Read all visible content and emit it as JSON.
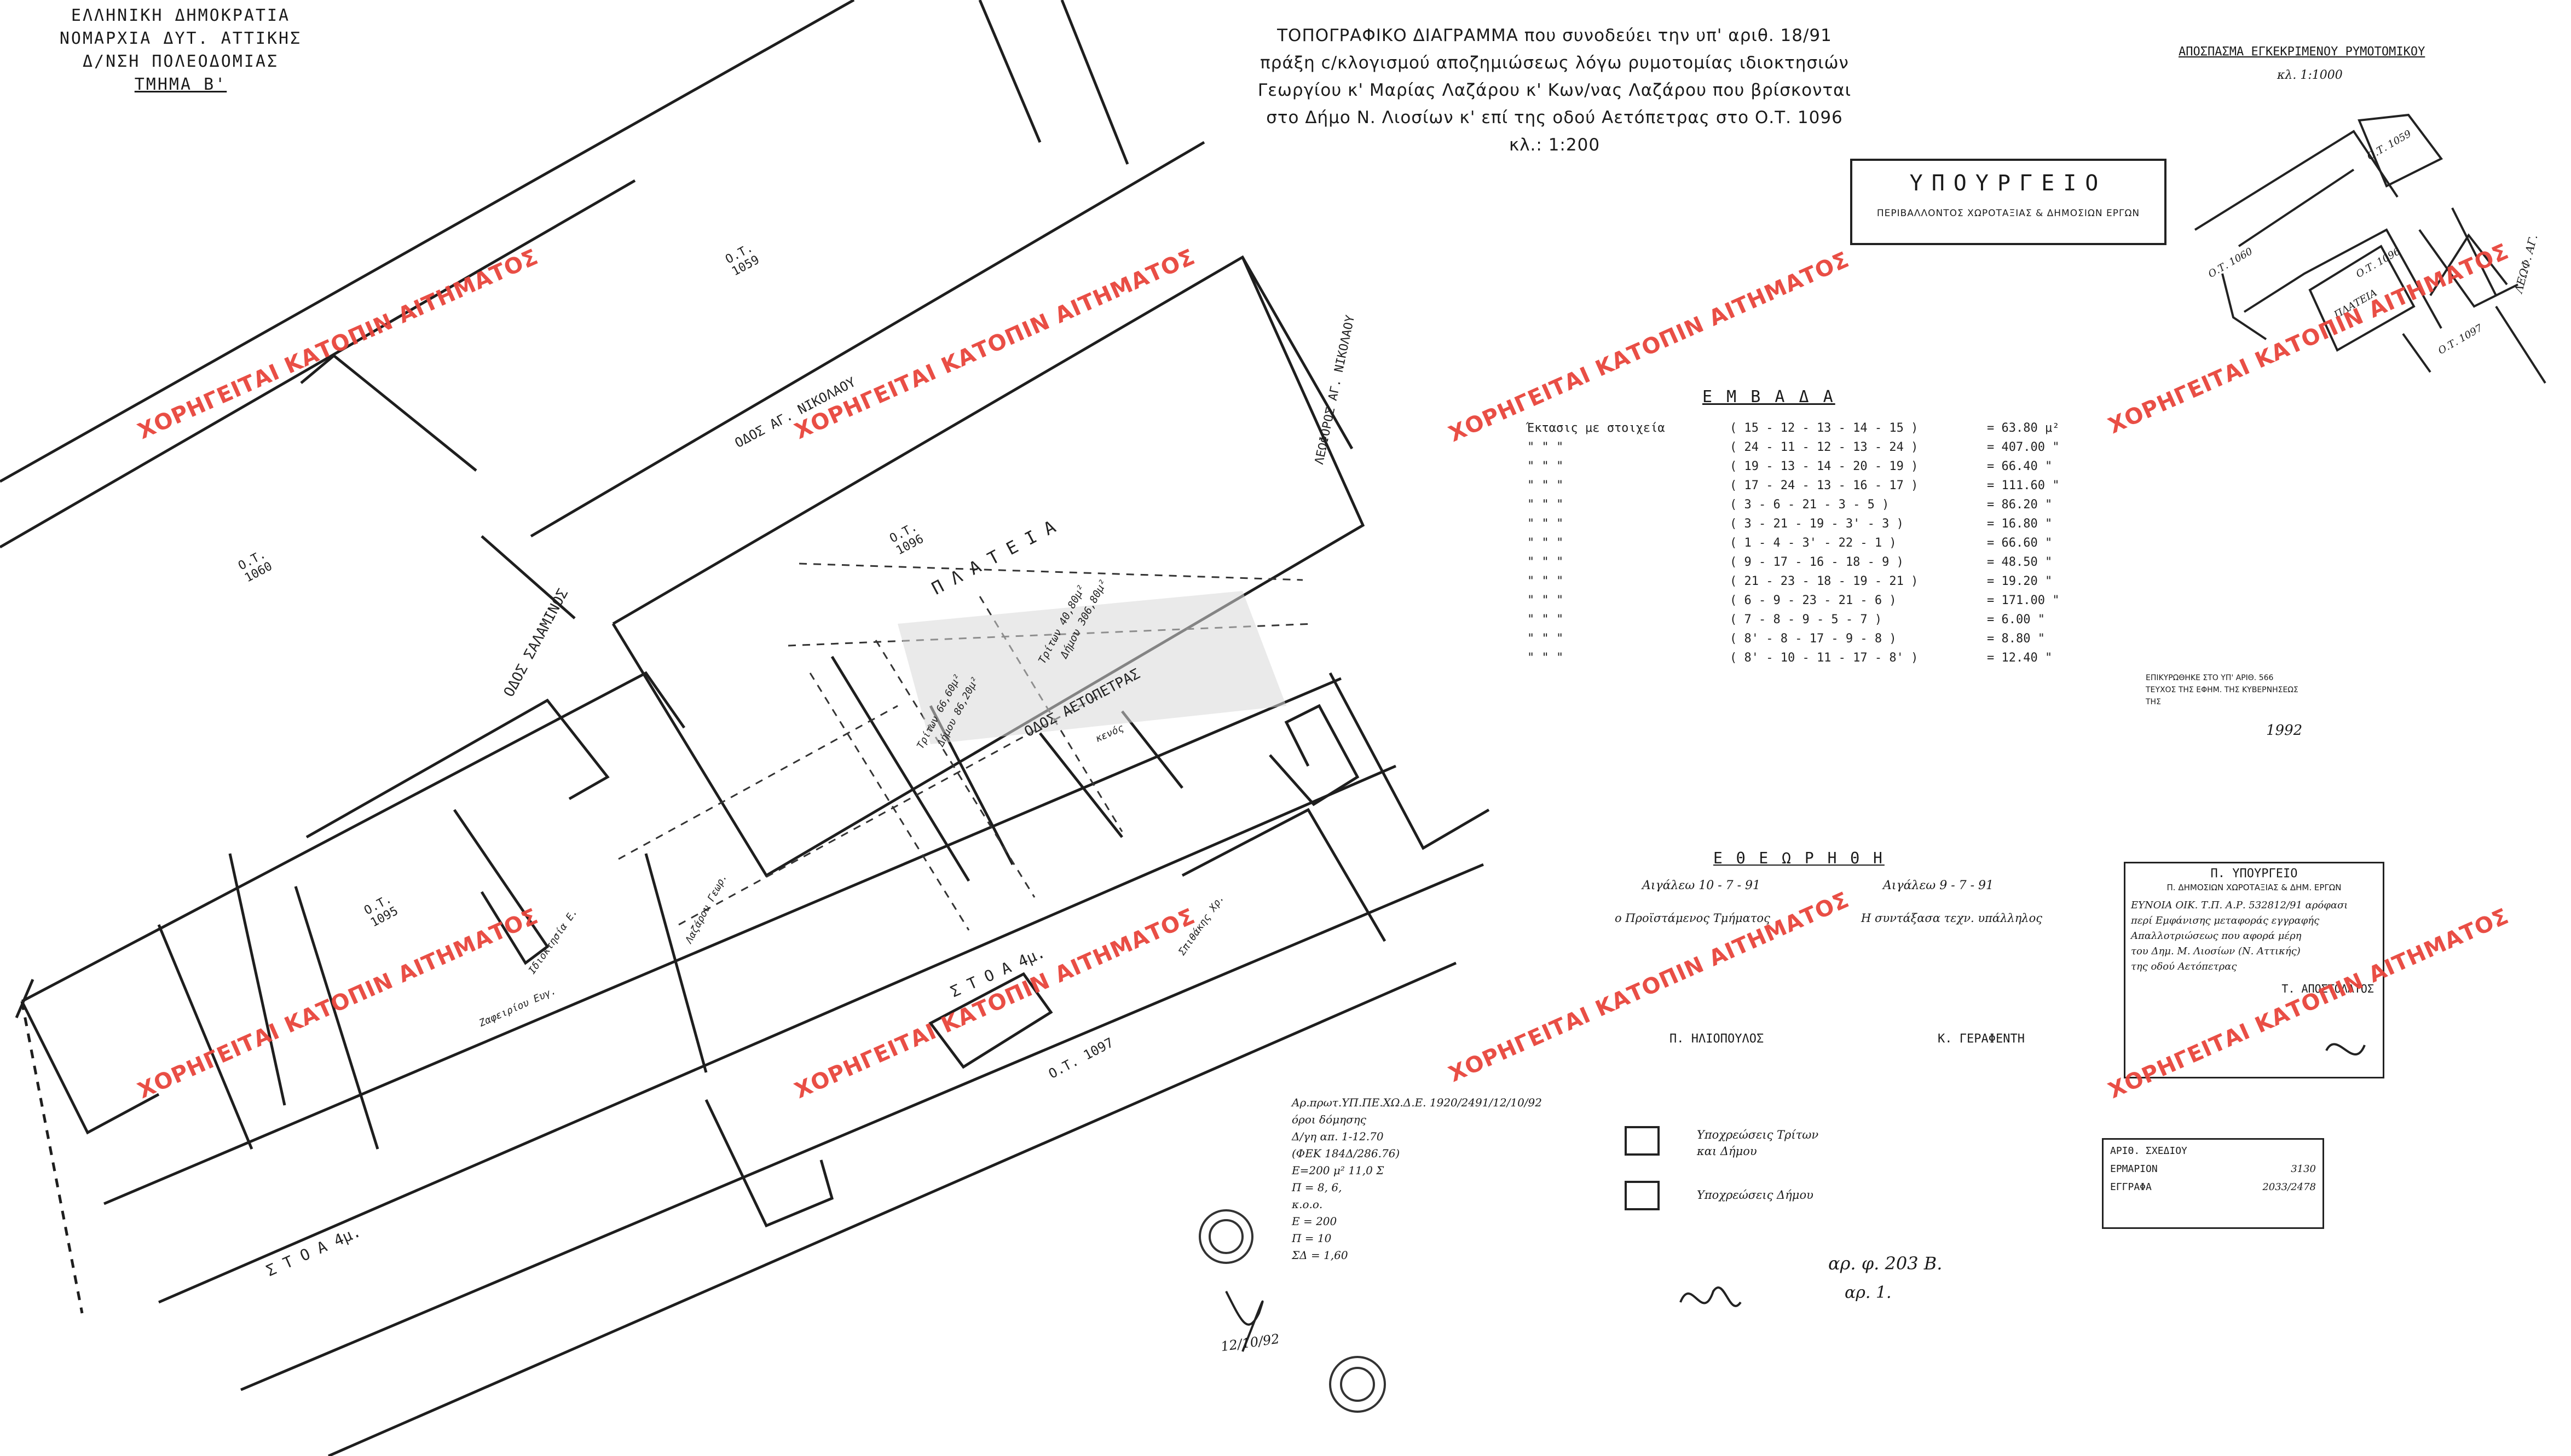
{
  "header": {
    "line1": "ΕΛΛΗΝΙΚΗ  ΔΗΜΟΚΡΑΤΙΑ",
    "line2": "ΝΟΜΑΡΧΙΑ  ΔΥΤ. ΑΤΤΙΚΗΣ",
    "line3": "Δ/ΝΣΗ  ΠΟΛΕΟΔΟΜΙΑΣ",
    "line4": "ΤΜΗΜΑ  Β'"
  },
  "title": {
    "line1": "ΤΟΠΟΓΡΑΦΙΚΟ  ΔΙΑΓΡΑΜΜΑ που συνοδεύει την υπ' αριθ. 18/91",
    "line2": "πράξη c/κλογισμού αποζημιώσεως λόγω ρυμοτομίας ιδιοκτησιών",
    "line3": "Γεωργίου κ' Μαρίας Λαζάρου κ' Κων/νας Λαζάρου που βρίσκονται",
    "line4": "στο Δήμο Ν. Λιοσίων κ' επί της οδού Αετόπετρας στο Ο.Τ. 1096",
    "scale": "κλ.: 1:200"
  },
  "ministry_stamp": {
    "title": "ΥΠΟΥΡΓΕΙΟ",
    "subtitle": "ΠΕΡΙΒΑΛΛΟΝΤΟΣ  ΧΩΡΟΤΑΞΙΑΣ  &  ΔΗΜΟΣΙΩΝ  ΕΡΓΩΝ"
  },
  "inset": {
    "title": "ΑΠΟΣΠΑΣΜΑ  ΕΓΚΕΚΡΙΜΕΝΟΥ  ΡΥΜΟΤΟΜΙΚΟΥ",
    "scale": "κλ. 1:1000",
    "labels": [
      "Ο.Τ. 1059",
      "Ο.Τ. 1060",
      "Ο.Τ. 1096",
      "Ο.Τ. 1097",
      "ΠΛΑΤΕΙΑ",
      "ΛΕΩΦ. ΑΓ."
    ]
  },
  "areas": {
    "title": "Ε Μ Β Α Δ Α",
    "rows": [
      {
        "desc": "Έκτασις  με  στοιχεία",
        "poly": "( 15 - 12 - 13 - 14 - 15 )",
        "value": "= 63.80  μ²"
      },
      {
        "desc": "\"  \"  \"",
        "poly": "( 24 - 11 - 12 - 13 - 24 )",
        "value": "= 407.00  \""
      },
      {
        "desc": "\"  \"  \"",
        "poly": "( 19 - 13 - 14 - 20 - 19 )",
        "value": "= 66.40  \""
      },
      {
        "desc": "\"  \"  \"",
        "poly": "( 17 - 24 - 13 - 16 - 17 )",
        "value": "= 111.60  \""
      },
      {
        "desc": "\"  \"  \"",
        "poly": "( 3 - 6 - 21 - 3 - 5 )",
        "value": "= 86.20  \""
      },
      {
        "desc": "\"  \"  \"",
        "poly": "( 3 - 21 - 19 - 3' - 3 )",
        "value": "= 16.80  \""
      },
      {
        "desc": "\"  \"  \"",
        "poly": "( 1 - 4 - 3' - 22 - 1 )",
        "value": "= 66.60  \""
      },
      {
        "desc": "\"  \"  \"",
        "poly": "( 9 - 17 - 16 - 18 - 9 )",
        "value": "= 48.50  \""
      },
      {
        "desc": "\"  \"  \"",
        "poly": "( 21 - 23 - 18 - 19 - 21 )",
        "value": "= 19.20  \""
      },
      {
        "desc": "\"  \"  \"",
        "poly": "( 6 - 9 - 23 - 21 - 6 )",
        "value": "= 171.00  \""
      },
      {
        "desc": "\"  \"  \"",
        "poly": "( 7 - 8 - 9 - 5 - 7 )",
        "value": "= 6.00  \""
      },
      {
        "desc": "\"  \"  \"",
        "poly": "( 8' - 8 - 17 - 9 - 8 )",
        "value": "= 8.80  \""
      },
      {
        "desc": "\"  \"  \"",
        "poly": "( 8' - 10 - 11 - 17 - 8' )",
        "value": "= 12.40  \""
      }
    ]
  },
  "approval": {
    "title": "Ε Θ Ε Ω Ρ Η Θ Η",
    "left_date": "Αιγάλεω  10 - 7 - 91",
    "left_role": "ο Προϊστάμενος Τμήματος",
    "left_name": "Π. ΗΛΙΟΠΟΥΛΟΣ",
    "right_date": "Αιγάλεω  9 - 7 - 91",
    "right_role": "Η συντάξασα τεχν. υπάλληλος",
    "right_name": "Κ. ΓΕΡΑΦΕΝΤΗ"
  },
  "legend": {
    "item1_a": "Υποχρεώσεις Τρίτων",
    "item1_b": "και Δήμου",
    "item2": "Υποχρεώσεις Δήμου"
  },
  "right_stamp": {
    "title": "Π. ΥΠΟΥΡΓΕΙΟ",
    "sub": "Π. ΔΗΜΟΣΙΩΝ ΧΩΡΟΤΑΞΙΑΣ & ΔΗΜ. ΕΡΓΩΝ",
    "text1": "ΕΥΝΟΙΑ ΟΙΚ. Τ.Π. Α.Ρ. 532812/91 αρόφασι",
    "text2": "περί Εμφάνισης μεταφοράς εγγραφής",
    "text3": "Απαλλοτριώσεως που αφορά μέρη",
    "text4": "του Δημ. Μ. Λιοσίων (Ν. Αττικής)",
    "text5": "της οδού Αετόπετρας",
    "sign": "Τ. ΑΠΟΣΤΟΛΑΤΟΣ"
  },
  "dated_stamp": {
    "line1": "ΕΠΙΚΥΡΩΘΗΚΕ ΣΤΟ ΥΠ' ΑΡΙΘ. 566",
    "line2": "ΤΕΥΧΟΣ ΤΗΣ ΕΦΗΜ. ΤΗΣ ΚΥΒΕΡΝΗΣΕΩΣ",
    "line3": "ΤΗΣ",
    "date": "1992"
  },
  "archive_stamp": {
    "r1": "ΑΡΙΘ. ΣΧΕΔΙΟΥ",
    "r2": "ΕΡΜΑΡΙΟΝ",
    "r3": "ΕΓΓΡΑΦΑ",
    "v2": "3130",
    "v3": "2033/2478"
  },
  "notes": {
    "ref": "αρ. φ. 203 Β.",
    "ref2": "αρ. 1.",
    "sign_date": "12/10/92",
    "calc_lines": [
      "Αρ.πρωτ.ΥΠ.ΠΕ.ΧΩ.Δ.Ε. 1920/2491/12/10/92",
      "όροι δόμησης",
      "Δ/γη απ. 1-12.70",
      "(ΦΕΚ 184Δ/286.76)",
      "Ε=200 μ²  11,0  Σ",
      "Π = 8,  6,",
      "κ.ο.ο.",
      "Ε = 200",
      "Π = 10",
      "ΣΔ = 1,60"
    ]
  },
  "watermark": "ΧΟΡΗΓΕΙΤΑΙ ΚΑΤΟΠΙΝ ΑΙΤΗΜΑΤΟΣ",
  "map_labels": {
    "ot1059": "Ο.Τ.\n1059",
    "ot1060": "Ο.Τ.\n1060",
    "ot1096": "Ο.Τ.\n1096",
    "ot1095": "Ο.Τ.\n1095",
    "ot1097": "Ο.Τ. 1097",
    "plateia": "Π Λ Α Τ Ε Ι Α",
    "odos_aetopetras": "ΟΔΟΣ ΑΕΤΟΠΕΤΡΑΣ",
    "odos_vert": "ΟΔΟΣ ΣΑΛΑΜΙΝΟΣ",
    "odos_top": "ΟΔΟΣ ΑΓ. ΝΙΚΟΛΑΟΥ",
    "leoforos": "ΛΕΩΦΟΡΟΣ ΑΓ. ΝΙΚΟΛΑΟΥ",
    "stoa1": "Σ Τ Ο Α   4μ.",
    "stoa2": "Σ Τ Ο Α   4μ.",
    "third_area": "Τρίτων 40,80μ²",
    "dimou_area": "Δήμου 306,80μ²",
    "third_area2": "Τρίτων 66,60μ²",
    "dimou_area2": "Δήμου 86,20μ²",
    "owner": "Ζαφειρίου Ευγ.",
    "owner2": "Ιδιοκτησία Ε.",
    "empty": "κενός",
    "building": "Σπιθάκης Χρ.",
    "house": "Λαζάρου Γεωρ."
  }
}
